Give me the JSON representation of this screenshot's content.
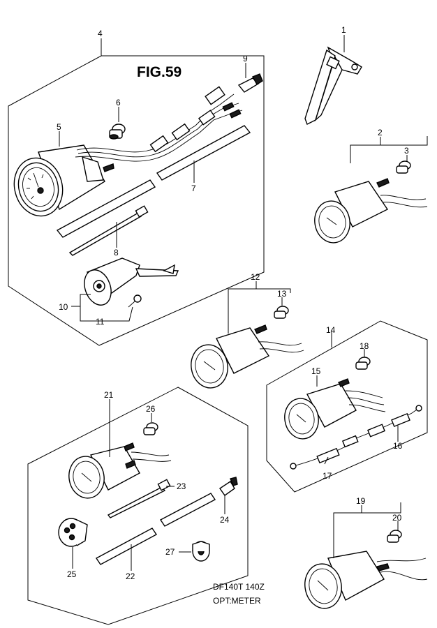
{
  "figure": {
    "title": "FIG.59",
    "caption_line1": "DF140T 140Z",
    "caption_line2": "OPT:METER"
  },
  "callouts": [
    "1",
    "2",
    "3",
    "4",
    "5",
    "6",
    "7",
    "8",
    "9",
    "10",
    "11",
    "12",
    "13",
    "14",
    "15",
    "16",
    "17",
    "18",
    "19",
    "20",
    "21",
    "22",
    "23",
    "24",
    "25",
    "26",
    "27"
  ]
}
